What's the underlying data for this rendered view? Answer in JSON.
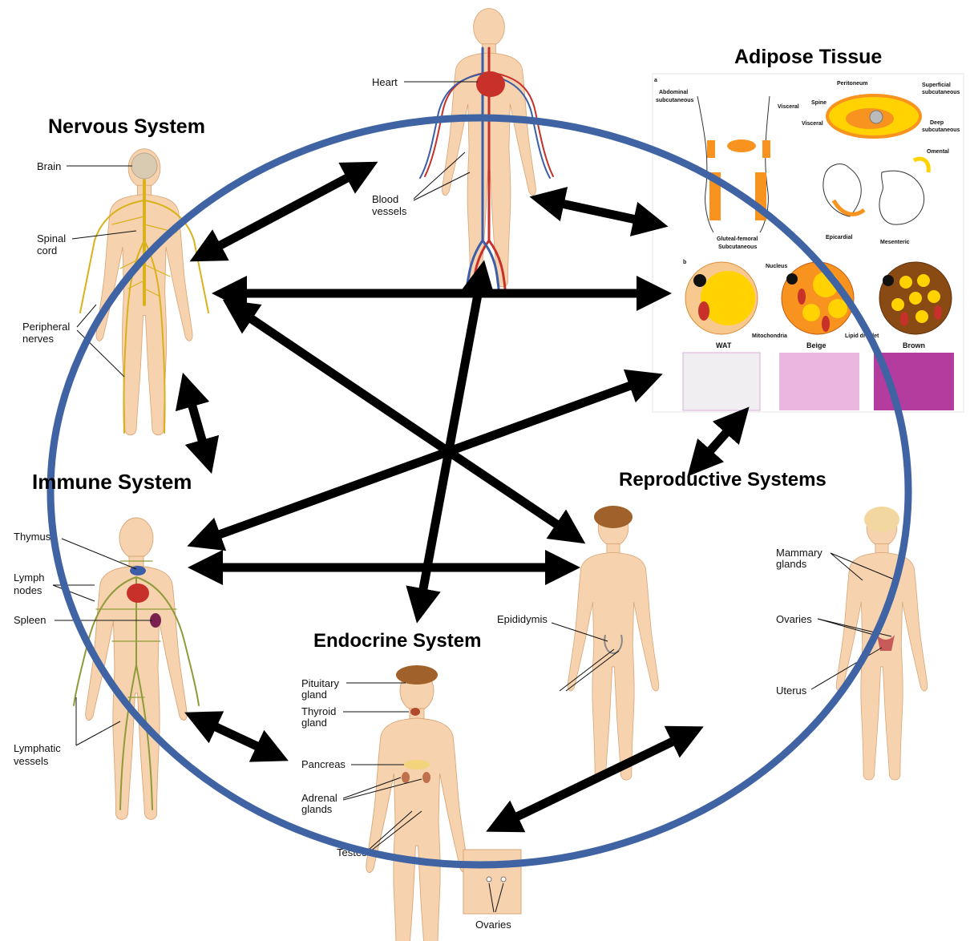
{
  "systems": {
    "nervous": {
      "title": "Nervous System",
      "labels": {
        "brain": "Brain",
        "spinal_cord_1": "Spinal",
        "spinal_cord_2": "cord",
        "peripheral_1": "Peripheral",
        "peripheral_2": "nerves"
      }
    },
    "cardiovascular": {
      "labels": {
        "heart": "Heart",
        "blood_vessels_1": "Blood",
        "blood_vessels_2": "vessels"
      }
    },
    "adipose": {
      "title": "Adipose Tissue",
      "panel_a": {
        "tag": "a",
        "abdominal_1": "Abdominal",
        "abdominal_2": "subcutaneous",
        "visceral": "Visceral",
        "peritoneum": "Peritoneum",
        "spine": "Spine",
        "visceral_2": "Visceral",
        "superficial_1": "Superficial",
        "superficial_2": "subcutaneous",
        "deep_1": "Deep",
        "deep_2": "subcutaneous",
        "omental": "Omental",
        "gluteal_1": "Gluteal-femoral",
        "gluteal_2": "Subcutaneous",
        "epicardial": "Epicardial",
        "mesenteric": "Mesenteric"
      },
      "panel_b": {
        "tag": "b",
        "nucleus": "Nucleus",
        "mitochondria": "Mitochondria",
        "lipid_droplet": "Lipid droplet",
        "wat": "WAT",
        "beige": "Beige",
        "brown": "Brown"
      }
    },
    "immune": {
      "title": "Immune System",
      "labels": {
        "thymus": "Thymus",
        "lymph_nodes_1": "Lymph",
        "lymph_nodes_2": "nodes",
        "spleen": "Spleen",
        "lymphatic_1": "Lymphatic",
        "lymphatic_2": "vessels"
      }
    },
    "endocrine": {
      "title": "Endocrine System",
      "labels": {
        "pituitary_1": "Pituitary",
        "pituitary_2": "gland",
        "thyroid_1": "Thyroid",
        "thyroid_2": "gland",
        "pancreas": "Pancreas",
        "adrenal_1": "Adrenal",
        "adrenal_2": "glands",
        "testes": "Testes",
        "ovaries": "Ovaries"
      }
    },
    "reproductive": {
      "title": "Reproductive Systems",
      "labels": {
        "epididymis": "Epididymis",
        "mammary_1": "Mammary",
        "mammary_2": "glands",
        "ovaries": "Ovaries",
        "uterus": "Uterus"
      }
    }
  },
  "colors": {
    "ellipse": "#3f63a3",
    "arrows": "#000000",
    "skin": "#f6d2ae",
    "nerves": "#d9b21b",
    "lymphatics": "#8f9b3a",
    "arteries": "#c8312a",
    "veins": "#3c5da8",
    "fat": "#f7931e",
    "lipid": "#ffd200",
    "histology": "#b43c9e"
  }
}
